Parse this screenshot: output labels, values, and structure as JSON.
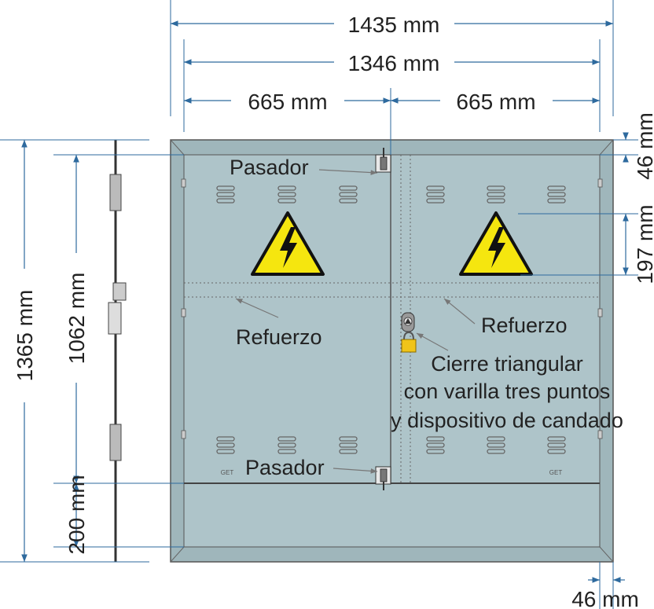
{
  "dimensions": {
    "overall_width": "1435 mm",
    "inner_width": "1346 mm",
    "left_door_width": "665 mm",
    "right_door_width": "665 mm",
    "overall_height": "1365 mm",
    "door_height": "1062 mm",
    "bottom_panel_height": "200 mm",
    "top_frame": "46 mm",
    "warning_sign_offset": "197 mm",
    "bottom_frame": "46 mm"
  },
  "labels": {
    "pasador_top": "Pasador",
    "pasador_bottom": "Pasador",
    "refuerzo_left": "Refuerzo",
    "refuerzo_right": "Refuerzo",
    "lock_line1": "Cierre triangular",
    "lock_line2": "con varilla tres puntos",
    "lock_line3": "y dispositivo de candado"
  },
  "brand": {
    "mark_left": "GET",
    "mark_right": "GET"
  },
  "colors": {
    "cabinet_fill": "#aec4c9",
    "frame_fill": "#9fb6bb",
    "dimension_line": "#2e6a9e",
    "warning_yellow": "#f5e60f",
    "lock_yellow": "#f0c419"
  }
}
